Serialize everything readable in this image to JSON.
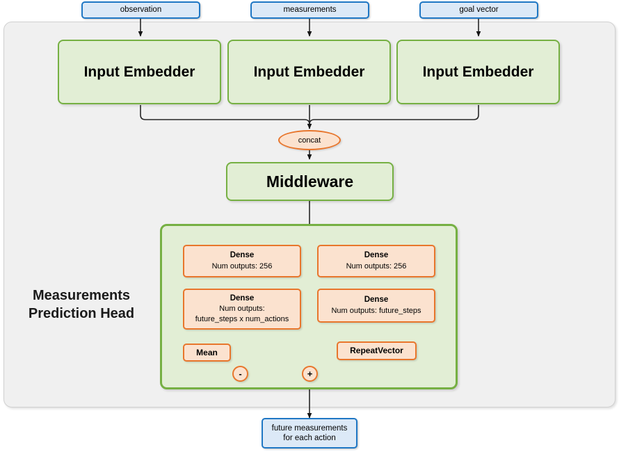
{
  "diagram": {
    "title": "Measurements Prediction Head network architecture",
    "colors": {
      "outer_frame_bg": "#f0f0f0",
      "outer_frame_border": "#d0d0d0",
      "io_fill": "#dce9f7",
      "io_border": "#1f77c4",
      "green_fill": "#e2eed5",
      "green_border": "#76b043",
      "orange_fill": "#fbe2cf",
      "orange_border": "#e8762c",
      "wire": "#262626"
    }
  },
  "inputs": [
    {
      "label": "observation"
    },
    {
      "label": "measurements"
    },
    {
      "label": "goal vector"
    }
  ],
  "embedders": [
    {
      "label": "Input Embedder"
    },
    {
      "label": "Input Embedder"
    },
    {
      "label": "Input Embedder"
    }
  ],
  "concat": {
    "label": "concat"
  },
  "middleware": {
    "label": "Middleware"
  },
  "head": {
    "label_line1": "Measurements",
    "label_line2": "Prediction Head",
    "left_branch": {
      "dense1": {
        "title": "Dense",
        "detail": "Num outputs: 256"
      },
      "dense2": {
        "title": "Dense",
        "detail_line1": "Num outputs:",
        "detail_line2": "future_steps x num_actions"
      },
      "mean": {
        "label": "Mean"
      },
      "operator": {
        "label": "-"
      }
    },
    "right_branch": {
      "dense1": {
        "title": "Dense",
        "detail": "Num outputs: 256"
      },
      "dense2": {
        "title": "Dense",
        "detail": "Num outputs: future_steps"
      },
      "repeat_vector": {
        "label": "RepeatVector"
      }
    },
    "merge_operator": {
      "label": "+"
    }
  },
  "output": {
    "line1": "future measurements",
    "line2": "for each action"
  }
}
